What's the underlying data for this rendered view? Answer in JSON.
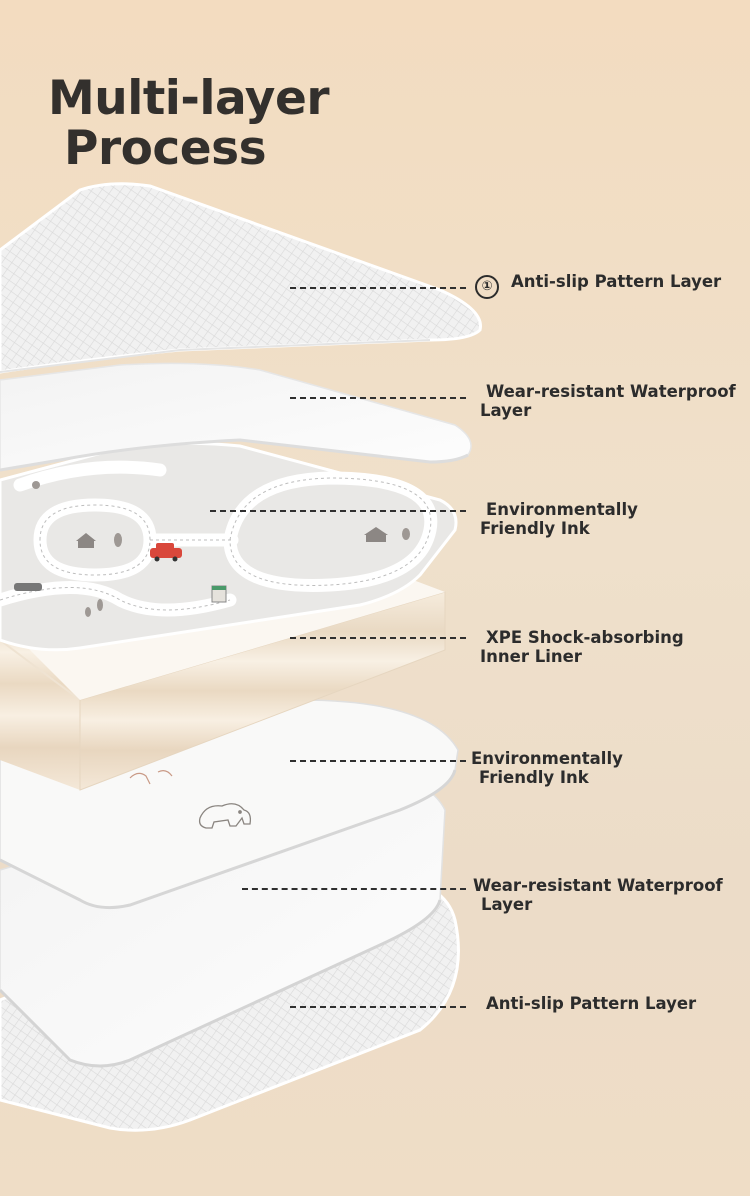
{
  "title": {
    "line1": "Multi-layer",
    "line2": "Process"
  },
  "layers": [
    {
      "marker": "①",
      "line1": "Anti-slip Pattern Layer",
      "line2": ""
    },
    {
      "marker": "",
      "line1": "Wear-resistant Waterproof",
      "line2": "Layer"
    },
    {
      "marker": "",
      "line1": "Environmentally",
      "line2": "Friendly Ink"
    },
    {
      "marker": "",
      "line1": "XPE Shock-absorbing",
      "line2": "Inner Liner"
    },
    {
      "marker": "",
      "line1": "Environmentally",
      "line2": "Friendly Ink"
    },
    {
      "marker": "",
      "line1": "Wear-resistant Waterproof",
      "line2": "Layer"
    },
    {
      "marker": "",
      "line1": "Anti-slip Pattern Layer",
      "line2": ""
    }
  ],
  "colors": {
    "text": "#2c2c2c",
    "foam_side": "#f2e7d6",
    "sheet": "#f7f7f7"
  }
}
